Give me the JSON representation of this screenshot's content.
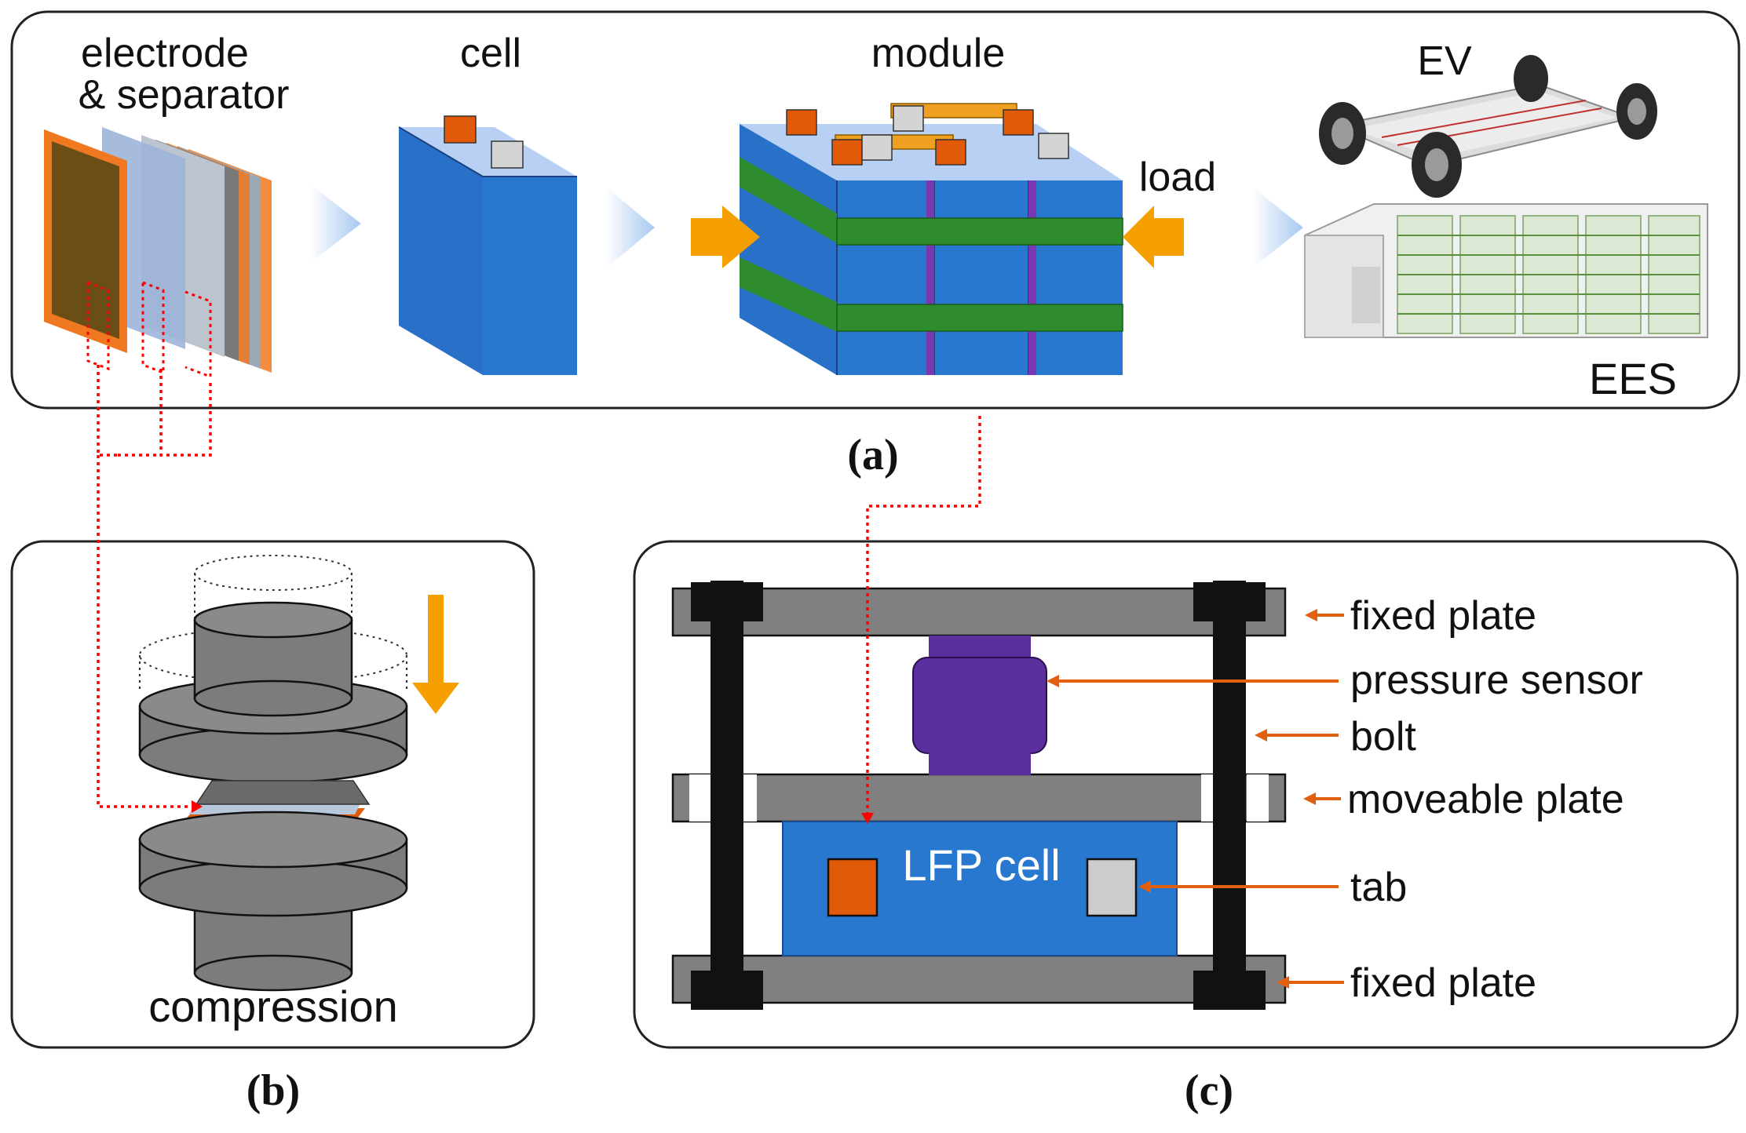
{
  "panel_a": {
    "caption": "(a)",
    "stages": {
      "electrode": "electrode",
      "separator": "& separator",
      "cell": "cell",
      "module": "module",
      "load": "load",
      "ev": "EV",
      "ees": "EES"
    }
  },
  "panel_b": {
    "caption": "(b)",
    "label": "compression"
  },
  "panel_c": {
    "caption": "(c)",
    "cell_label": "LFP cell",
    "callouts": {
      "fixed_plate_top": "fixed plate",
      "pressure_sensor": "pressure sensor",
      "bolt": "bolt",
      "moveable_plate": "moveable plate",
      "tab": "tab",
      "fixed_plate_bottom": "fixed plate"
    }
  },
  "colors": {
    "cell_blue": "#2878d0",
    "tab_orange": "#e05a0a",
    "tab_gray": "#cccccc",
    "band_green": "#2e8b2e",
    "busbar_yellow": "#f0a020",
    "sensor_purple": "#5b2e9e",
    "plate_gray": "#808080",
    "bolt_black": "#111111",
    "leader_orange": "#e06010",
    "dotted_red": "#ff0000",
    "arrow_light_blue": "#a8c8f0",
    "load_arrow": "#f5a000"
  }
}
